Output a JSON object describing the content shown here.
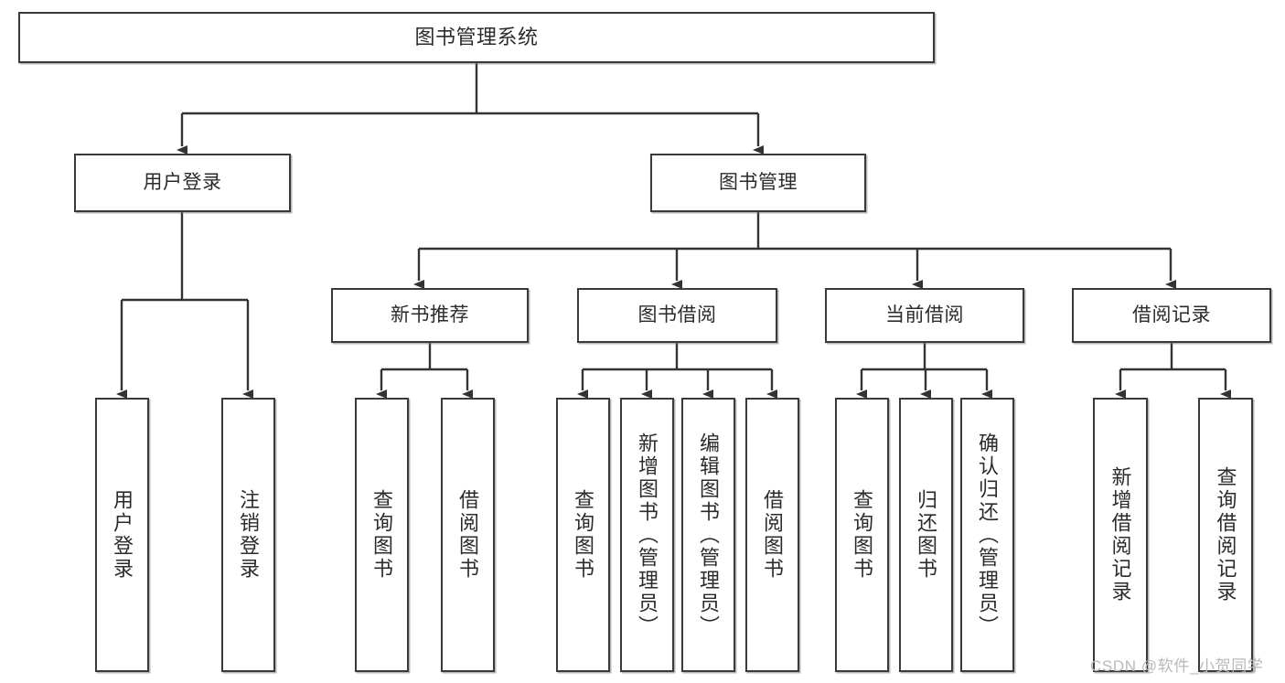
{
  "diagram": {
    "title": "图书管理系统",
    "type": "tree-hierarchy",
    "watermark": "CSDN @软件_小贺同学",
    "colors": {
      "box_border": "#3a3a3a",
      "box_fill": "#ffffff",
      "connector": "#333333",
      "text": "#2b2b2b",
      "watermark": "#b9b9b9",
      "background": "#ffffff"
    },
    "levels": {
      "level1": {
        "label": "图书管理系统"
      },
      "level2": [
        {
          "label": "用户登录"
        },
        {
          "label": "图书管理"
        }
      ],
      "level3": [
        {
          "label": "新书推荐"
        },
        {
          "label": "图书借阅"
        },
        {
          "label": "当前借阅"
        },
        {
          "label": "借阅记录"
        }
      ],
      "level4": [
        {
          "label": "用户登录",
          "parent": "用户登录"
        },
        {
          "label": "注销登录",
          "parent": "用户登录"
        },
        {
          "label": "查询图书",
          "parent": "新书推荐"
        },
        {
          "label": "借阅图书",
          "parent": "新书推荐"
        },
        {
          "label": "查询图书",
          "parent": "图书借阅"
        },
        {
          "label": "新增图书（管理员）",
          "parent": "图书借阅"
        },
        {
          "label": "编辑图书（管理员）",
          "parent": "图书借阅"
        },
        {
          "label": "借阅图书",
          "parent": "图书借阅"
        },
        {
          "label": "查询图书",
          "parent": "当前借阅"
        },
        {
          "label": "归还图书",
          "parent": "当前借阅"
        },
        {
          "label": "确认归还（管理员）",
          "parent": "当前借阅"
        },
        {
          "label": "新增借阅记录",
          "parent": "借阅记录"
        },
        {
          "label": "查询借阅记录",
          "parent": "借阅记录"
        }
      ]
    }
  }
}
